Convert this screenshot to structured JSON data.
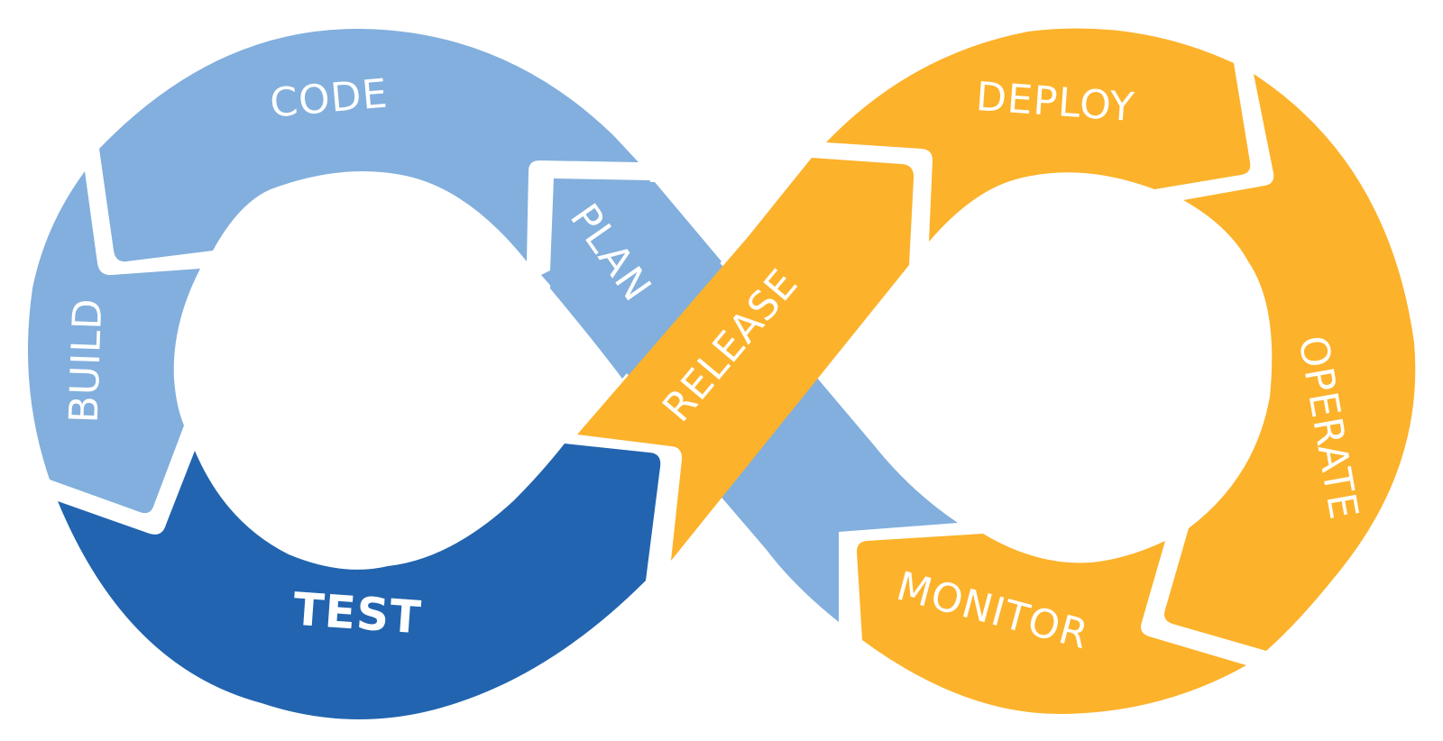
{
  "colors": {
    "light_blue": "#82AFDD",
    "dark_blue": "#2264AF",
    "orange": "#FCB22B",
    "background": "#FFFFFF",
    "label": "#FFFFFF"
  },
  "segments": [
    {
      "id": "plan",
      "label": "PLAN",
      "color": "light_blue"
    },
    {
      "id": "code",
      "label": "CODE",
      "color": "light_blue"
    },
    {
      "id": "build",
      "label": "BUILD",
      "color": "light_blue"
    },
    {
      "id": "test",
      "label": "TEST",
      "color": "dark_blue"
    },
    {
      "id": "release",
      "label": "RELEASE",
      "color": "orange"
    },
    {
      "id": "deploy",
      "label": "DEPLOY",
      "color": "orange"
    },
    {
      "id": "operate",
      "label": "OPERATE",
      "color": "orange"
    },
    {
      "id": "monitor",
      "label": "MONITOR",
      "color": "orange"
    }
  ]
}
